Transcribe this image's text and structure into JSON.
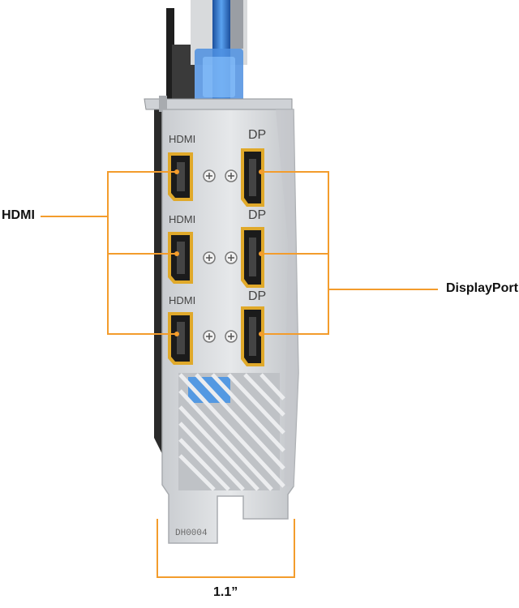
{
  "labels": {
    "hdmi_callout": "HDMI",
    "displayport_callout": "DisplayPort",
    "width_dimension": "1.1”"
  },
  "port_labels": {
    "hdmi": [
      "HDMI",
      "HDMI",
      "HDMI"
    ],
    "dp": [
      "DP",
      "DP",
      "DP"
    ]
  },
  "bracket_stamp": "DH0004",
  "colors": {
    "callout_line": "#f39c2c",
    "bracket": "#d7d9dc",
    "bracket_shadow": "#b9bcc0",
    "port_gold": "#e0a92a",
    "port_black": "#1b1b1b",
    "heatsink_black": "#222222",
    "cable_blue": "#2f6fc8",
    "vent_blue": "#3a8ee8"
  },
  "icons": [
    "screw-icon"
  ]
}
